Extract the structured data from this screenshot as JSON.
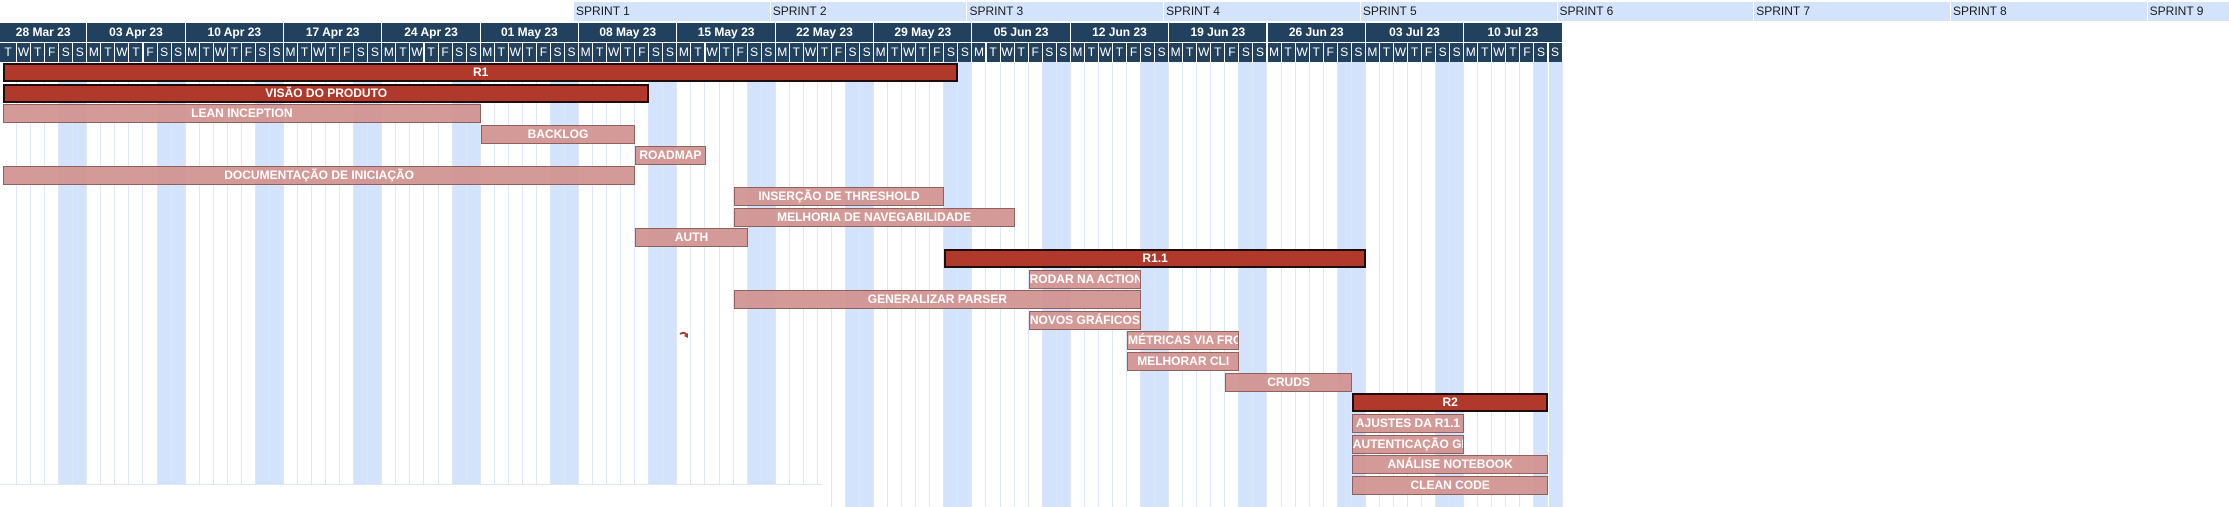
{
  "sprints": [
    "SPRINT 1",
    "SPRINT 2",
    "SPRINT 3",
    "SPRINT 4",
    "SPRINT 5",
    "SPRINT 6",
    "SPRINT 7",
    "SPRINT 8",
    "SPRINT 9"
  ],
  "weeks": [
    "28 Mar 23",
    "03 Apr 23",
    "10 Apr 23",
    "17 Apr 23",
    "24 Apr 23",
    "01 May 23",
    "08 May 23",
    "15 May 23",
    "22 May 23",
    "29 May 23",
    "05 Jun 23",
    "12 Jun 23",
    "19 Jun 23",
    "26 Jun 23",
    "03 Jul 23",
    "10 Jul 23"
  ],
  "day_letters": [
    "T",
    "W",
    "T",
    "F",
    "S",
    "S",
    "M",
    "T",
    "W",
    "T",
    "F",
    "S",
    "S",
    "M",
    "T",
    "W",
    "T",
    "F",
    "S",
    "S",
    "M",
    "T",
    "W",
    "T",
    "F",
    "S",
    "S",
    "M",
    "T",
    "W",
    "T",
    "F",
    "S",
    "S",
    "M",
    "T",
    "W",
    "T",
    "F",
    "S",
    "S",
    "M",
    "T",
    "W",
    "T",
    "F",
    "S",
    "S",
    "M",
    "T",
    "W",
    "T",
    "F",
    "S",
    "S",
    "M",
    "T",
    "W",
    "T",
    "F",
    "S",
    "S",
    "M",
    "T",
    "W",
    "T",
    "F",
    "S",
    "S",
    "M",
    "T",
    "W",
    "T",
    "F",
    "S",
    "S",
    "M",
    "T",
    "W",
    "T",
    "F",
    "S",
    "S",
    "M",
    "T",
    "W",
    "T",
    "F",
    "S",
    "S",
    "M",
    "T",
    "W",
    "T",
    "F",
    "S",
    "S",
    "M",
    "T",
    "W",
    "T",
    "F",
    "S",
    "S",
    "M",
    "T",
    "W",
    "T",
    "F",
    "S",
    "S"
  ],
  "tasks": [
    {
      "label": "R1",
      "kind": "release",
      "start": "2023-03-28",
      "end": "2023-06-03"
    },
    {
      "label": "VISÃO DO PRODUTO",
      "kind": "release",
      "start": "2023-03-28",
      "end": "2023-05-12"
    },
    {
      "label": "LEAN INCEPTION",
      "kind": "task",
      "start": "2023-03-28",
      "end": "2023-04-30"
    },
    {
      "label": "BACKLOG",
      "kind": "task",
      "start": "2023-05-01",
      "end": "2023-05-11"
    },
    {
      "label": "ROADMAP",
      "kind": "task",
      "start": "2023-05-12",
      "end": "2023-05-16"
    },
    {
      "label": "DOCUMENTAÇÃO DE INICIAÇÃO",
      "kind": "task",
      "start": "2023-03-28",
      "end": "2023-05-11"
    },
    {
      "label": "INSERÇÃO DE THRESHOLD",
      "kind": "task",
      "start": "2023-05-19",
      "end": "2023-06-02"
    },
    {
      "label": "MELHORIA DE NAVEGABILIDADE",
      "kind": "task",
      "start": "2023-05-19",
      "end": "2023-06-07"
    },
    {
      "label": "AUTH",
      "kind": "task",
      "start": "2023-05-12",
      "end": "2023-05-19"
    },
    {
      "label": "R1.1",
      "kind": "release",
      "start": "2023-06-03",
      "end": "2023-07-02"
    },
    {
      "label": "RODAR NA ACTION",
      "kind": "task",
      "start": "2023-06-09",
      "end": "2023-06-16"
    },
    {
      "label": "GENERALIZAR PARSER",
      "kind": "task",
      "start": "2023-05-19",
      "end": "2023-06-16"
    },
    {
      "label": "NOVOS GRÁFICOS",
      "kind": "task",
      "start": "2023-06-09",
      "end": "2023-06-16"
    },
    {
      "label": "MÉTRICAS VIA FRONT",
      "kind": "task",
      "start": "2023-06-16",
      "end": "2023-06-23"
    },
    {
      "label": "MELHORAR CLI",
      "kind": "task",
      "start": "2023-06-16",
      "end": "2023-06-23"
    },
    {
      "label": "CRUDS",
      "kind": "task",
      "start": "2023-06-23",
      "end": "2023-07-01"
    },
    {
      "label": "R2",
      "kind": "release",
      "start": "2023-07-02",
      "end": "2023-07-15"
    },
    {
      "label": "AJUSTES DA R1.1",
      "kind": "task",
      "start": "2023-07-02",
      "end": "2023-07-09"
    },
    {
      "label": "AUTENTICAÇÃO GITLAB",
      "kind": "task",
      "start": "2023-07-02",
      "end": "2023-07-09"
    },
    {
      "label": "ANÁLISE NOTEBOOK",
      "kind": "task",
      "start": "2023-07-02",
      "end": "2023-07-15"
    },
    {
      "label": "CLEAN CODE",
      "kind": "task",
      "start": "2023-07-02",
      "end": "2023-07-15"
    }
  ],
  "colors": {
    "header_bg": "#22415e",
    "header_text": "#ffffff",
    "sprint_bg": "#d3e3fb",
    "weekend_bg": "#d3e3fb",
    "release_bar": "#b0392b",
    "task_bar": "#d29592"
  },
  "icons": {
    "cursor": "redo-arrow-icon"
  }
}
